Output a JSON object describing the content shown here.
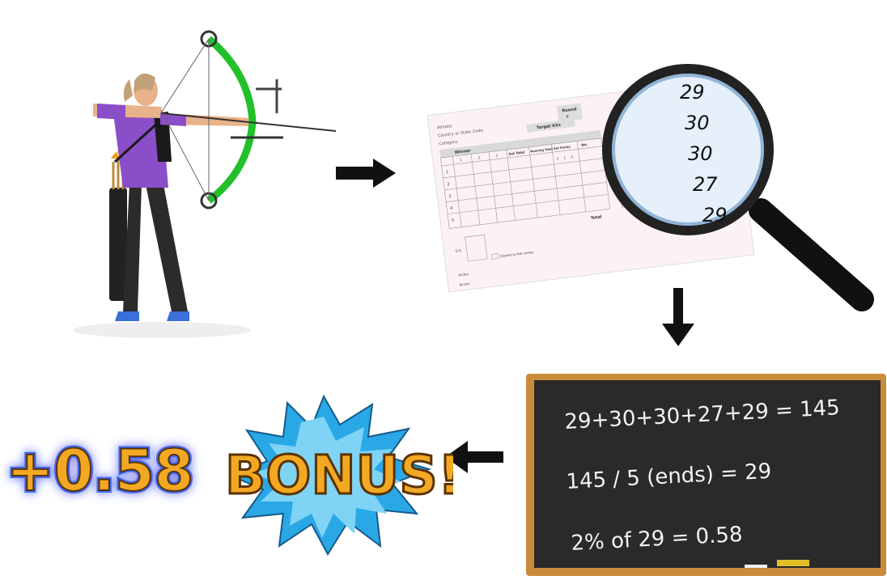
{
  "scoresheet": {
    "athlete_label": "Athlete:",
    "country_label": "Country or State Code:",
    "category_label": "Category:",
    "round_label": "Round",
    "round_number": "6",
    "target_label": "Target 6Xx",
    "winner_label": "Winner",
    "col_1": "1",
    "col_2": "2",
    "col_3": "3",
    "col_set_total": "Set Total",
    "col_running_total": "Running Total",
    "col_set_points": "Set Points",
    "col_tot": "Tot.",
    "rows": [
      "1",
      "2",
      "3",
      "4",
      "5"
    ],
    "set_points_options": [
      "2",
      "1",
      "0"
    ],
    "total_label": "Total",
    "so_label": "S.O.",
    "closest_label": "Closest to the center",
    "archer_label": "Archer",
    "scorer_label": "Scorer",
    "handwritten_scores": [
      "29",
      "30",
      "30",
      "27",
      "29"
    ]
  },
  "chalkboard": {
    "line_1": "29+30+30+27+29 = 145",
    "line_2": "145 / 5 (ends) = 29",
    "line_3": "2% of 29 = 0.58"
  },
  "bonus": {
    "value": "+0.58",
    "word": "BONUS!"
  },
  "colors": {
    "bonus_text": "#f3a824",
    "bonus_outline": "#5a3200",
    "bonus_glow": "#3d6bff",
    "burst_blue": "#2aa8e6",
    "chalkboard": "#2a2a2a",
    "chalkboard_frame": "#c98c3a",
    "bow_green": "#22c02a",
    "shirt_purple": "#8a4fc8"
  }
}
